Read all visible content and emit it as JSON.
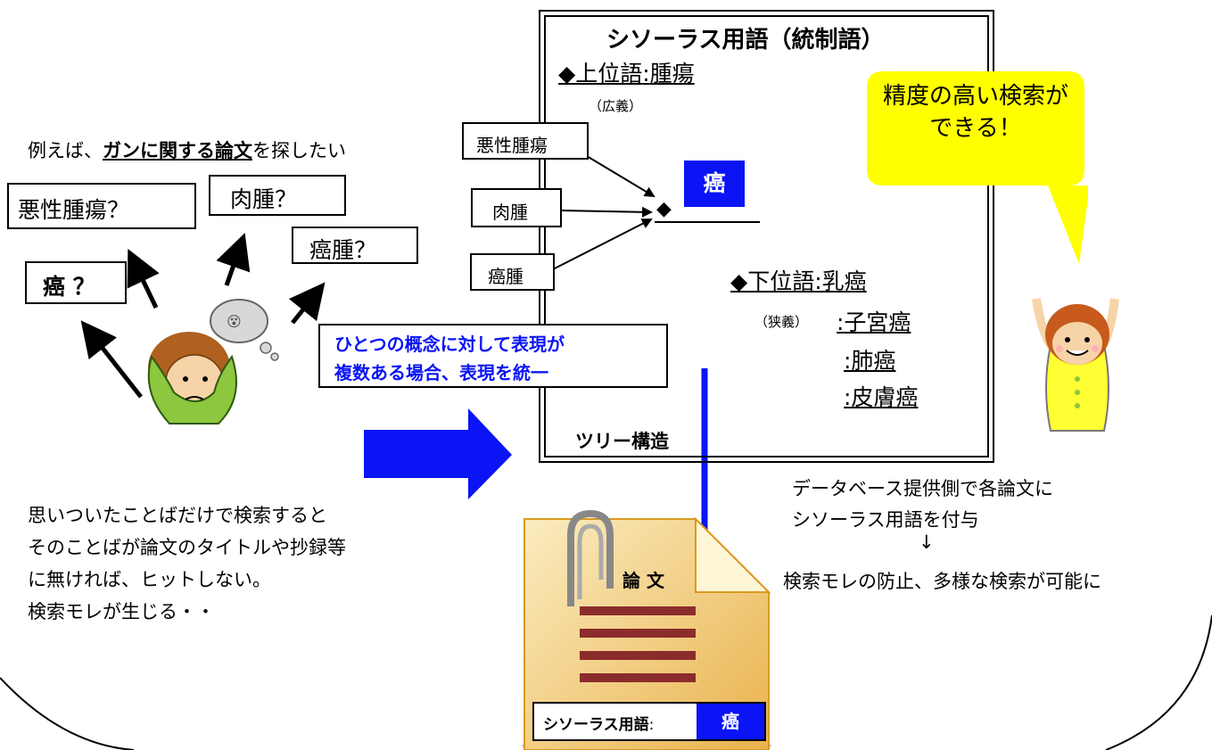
{
  "intro": {
    "prefix": "例えば、",
    "bold": "ガンに関する論文",
    "suffix": "を探したい"
  },
  "guess_terms": [
    "悪性腫瘍？",
    "肉腫？",
    "癌腫？",
    "癌 ？"
  ],
  "guess_cloud_text": "😵",
  "left_note": [
    "思いついたことばだけで検索すると",
    "そのことばが論文のタイトルや抄録等",
    "に無ければ、ヒットしない。",
    "検索モレが生じる・・"
  ],
  "thesaurus": {
    "title": "シソーラス用語（統制語）",
    "broader_label": "◆上位語",
    "broader_sep": ":",
    "broader_term": "腫瘍",
    "broader_note": "（広義）",
    "synonyms": [
      "悪性腫瘍",
      "肉腫",
      "癌腫"
    ],
    "preferred_marker": "◆",
    "preferred_term": "癌",
    "narrower_label": "◆下位語",
    "narrower_first": ":乳癌",
    "narrower_note": "（狭義）",
    "narrower_terms": [
      ":子宮癌",
      ":肺癌",
      ":皮膚癌"
    ],
    "tree_label": "ツリー構造"
  },
  "unify_note": [
    "ひとつの概念に対して表現が",
    "複数ある場合、表現を統一"
  ],
  "speech": [
    "精度の高い検索が",
    "できる！"
  ],
  "right_note": {
    "line1": "データベース提供側で各論文に",
    "line2": "シソーラス用語を付与",
    "arrow": "↓",
    "line3": "検索モレの防止、多様な検索が可能に"
  },
  "document": {
    "title": "論 文",
    "tag_label": "シソーラス用語",
    "tag_sep": ":",
    "tag_value": "癌"
  },
  "colors": {
    "accent_blue": "#0a14f5",
    "speech_yellow": "#ffff00",
    "doc_fill": "#f7e3a2",
    "doc_lines": "#8b2c2c"
  }
}
